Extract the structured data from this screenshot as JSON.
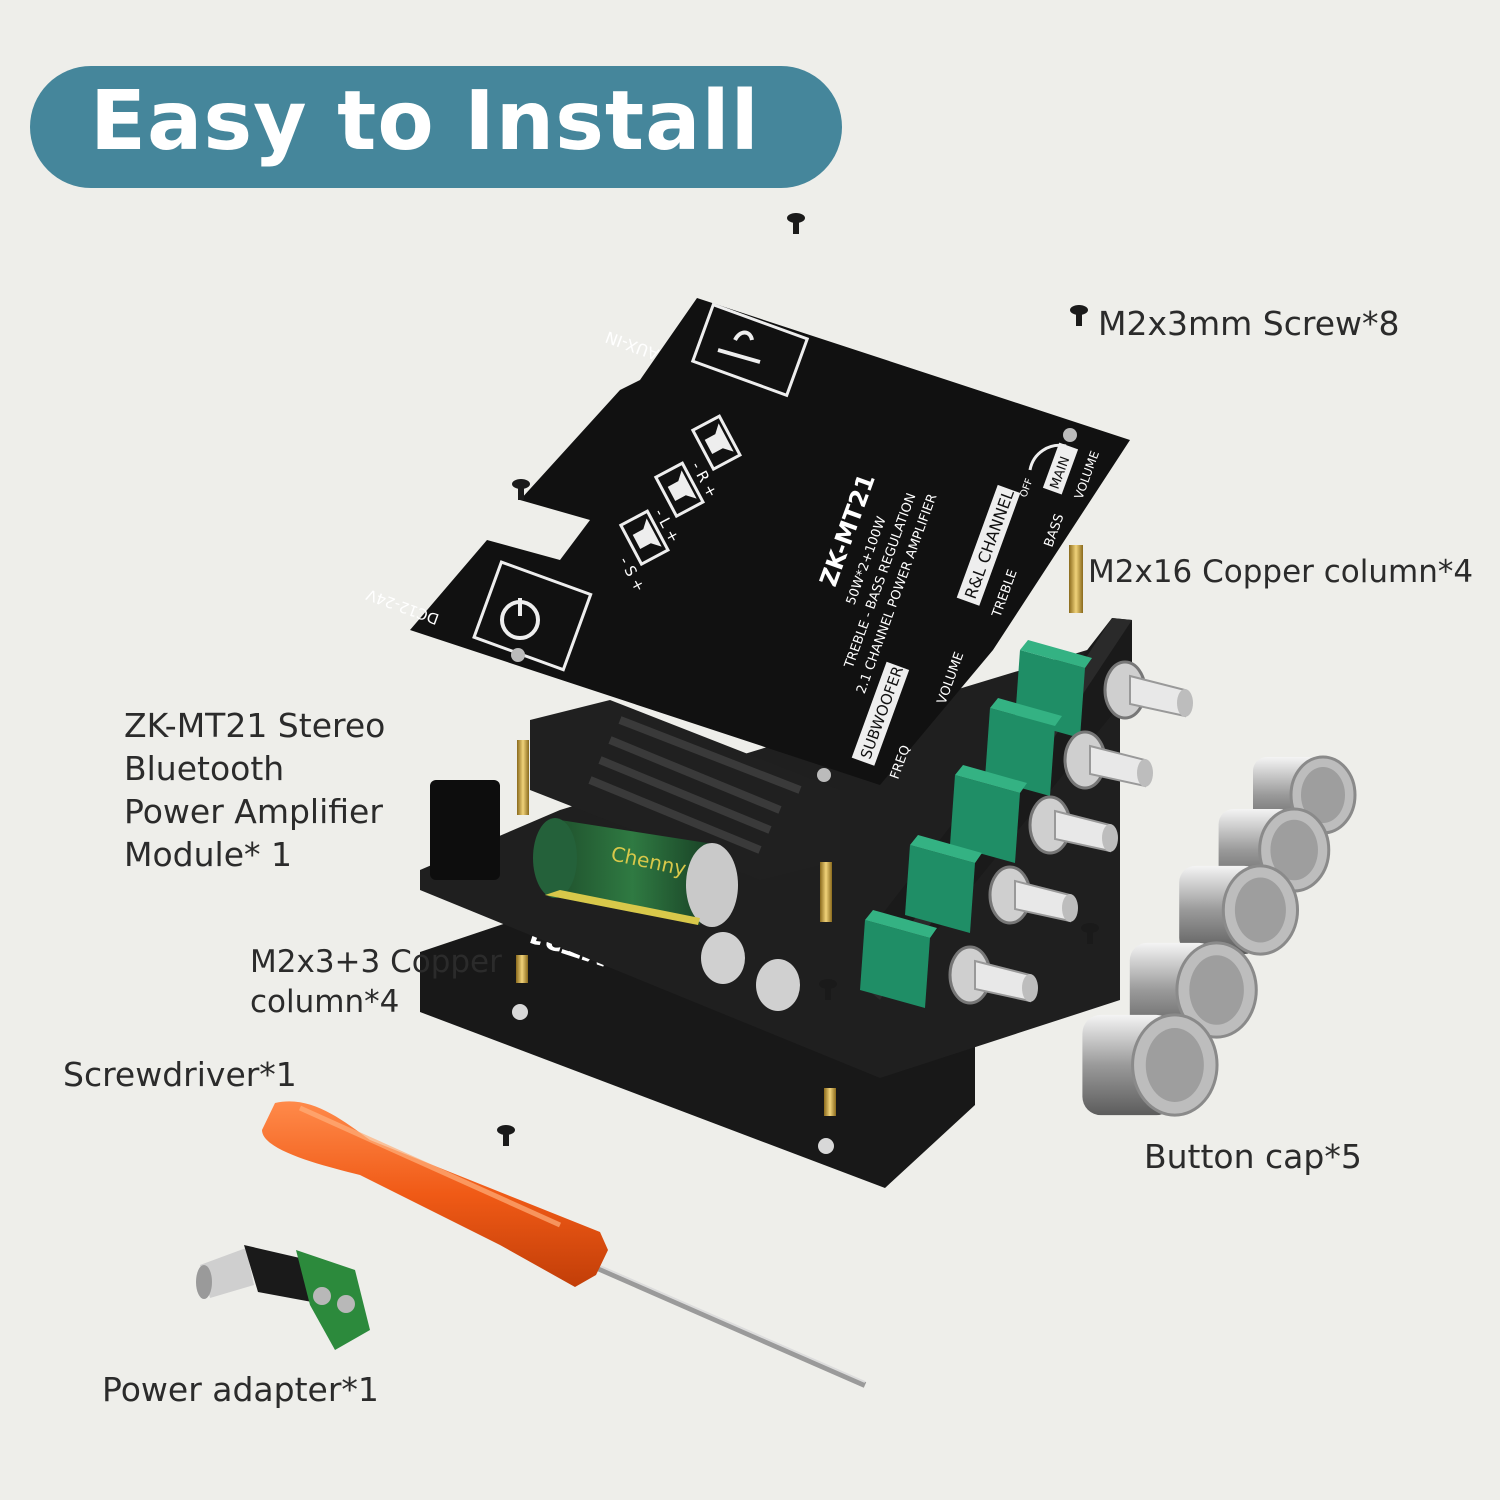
{
  "banner": {
    "title": "Easy to Install"
  },
  "labels": {
    "screw": "M2x3mm Screw*8",
    "copper_long": "M2x16 Copper column*4",
    "module": "ZK-MT21 Stereo\nBluetooth\nPower Amplifier\nModule* 1",
    "copper_short": "M2x3+3 Copper\ncolumn*4",
    "screwdriver": "Screwdriver*1",
    "button_cap": "Button cap*5",
    "power_adapter": "Power adapter*1"
  },
  "board_print": {
    "aux": "AUX-IN",
    "dc": "DC12-24V",
    "model": "ZK-MT21",
    "power_rating": "50W*2+100W",
    "feature": "TREBLE - BASS REGULATION",
    "amp_type": "2.1 CHANNEL POWER AMPLIFIER",
    "channel_tag": "R&L CHANNEL",
    "subwoofer_tag": "SUBWOOFER",
    "treble": "TREBLE",
    "bass": "BASS",
    "main": "MAIN",
    "volume_main": "VOLUME",
    "volume_sub": "VOLUME",
    "freq": "FREQ",
    "off": "OFF",
    "pcb_name": "MT21",
    "spk_s": "- S +",
    "spk_l": "- L +",
    "spk_r": "- R +",
    "cap_brand": "Chenny"
  },
  "colors": {
    "banner": "#45869b",
    "background": "#eeeeea",
    "pcb": "#151515",
    "potentiometer": "#1f8e66",
    "screwdriver_handle": "#f05a16"
  }
}
